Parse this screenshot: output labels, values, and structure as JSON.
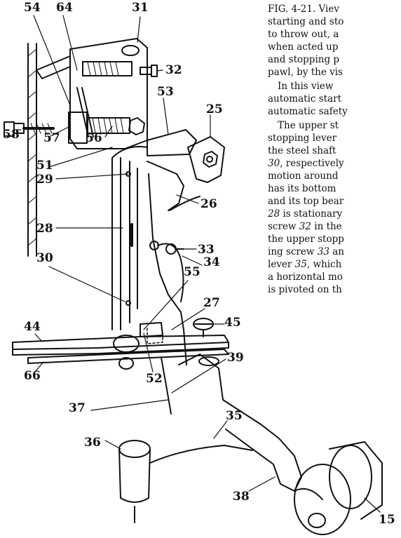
{
  "labels": {
    "l54": "54",
    "l64": "64",
    "l31": "31",
    "l32": "32",
    "l53": "53",
    "l25": "25",
    "l58": "58",
    "l57": "57",
    "l56": "56",
    "l51": "51",
    "l29": "29",
    "l26": "26",
    "l28": "28",
    "l33": "33",
    "l34": "34",
    "l30": "30",
    "l55": "55",
    "l27": "27",
    "l44": "44",
    "l45": "45",
    "l66": "66",
    "l52": "52",
    "l39": "39",
    "l37": "37",
    "l35": "35",
    "l36": "36",
    "l38": "38",
    "l15": "15"
  },
  "caption": {
    "fig_no": "FIG. 4-21.",
    "line1_rest": " Viev",
    "line2": "starting and sto",
    "line3": "to throw out, a",
    "line4": "when acted up",
    "line5": "and stopping p",
    "line6": "pawl, by the vis",
    "para2_line1": "In this view",
    "para2_line2": "automatic start",
    "para2_line3": "automatic safety",
    "para3_line1": "The upper st",
    "para3_line2": "stopping lever",
    "para3_line3_a": "the steel shaft",
    "para3_line4_a": "30",
    "para3_line4_b": ", respectively",
    "para3_line5": "motion around",
    "para3_line6": "has its bottom",
    "para3_line7": "and its top bear",
    "para3_line8_a": "28",
    "para3_line8_b": " is stationary",
    "para3_line9_a": "screw ",
    "para3_line9_b": "32",
    "para3_line9_c": " in the",
    "para3_line10": "the upper stopp",
    "para3_line11_a": "ing screw ",
    "para3_line11_b": "33",
    "para3_line11_c": " an",
    "para3_line12_a": "lever ",
    "para3_line12_b": "35",
    "para3_line12_c": ", which",
    "para3_line13": "a horizontal mo",
    "para3_line14": "is pivoted on th"
  }
}
